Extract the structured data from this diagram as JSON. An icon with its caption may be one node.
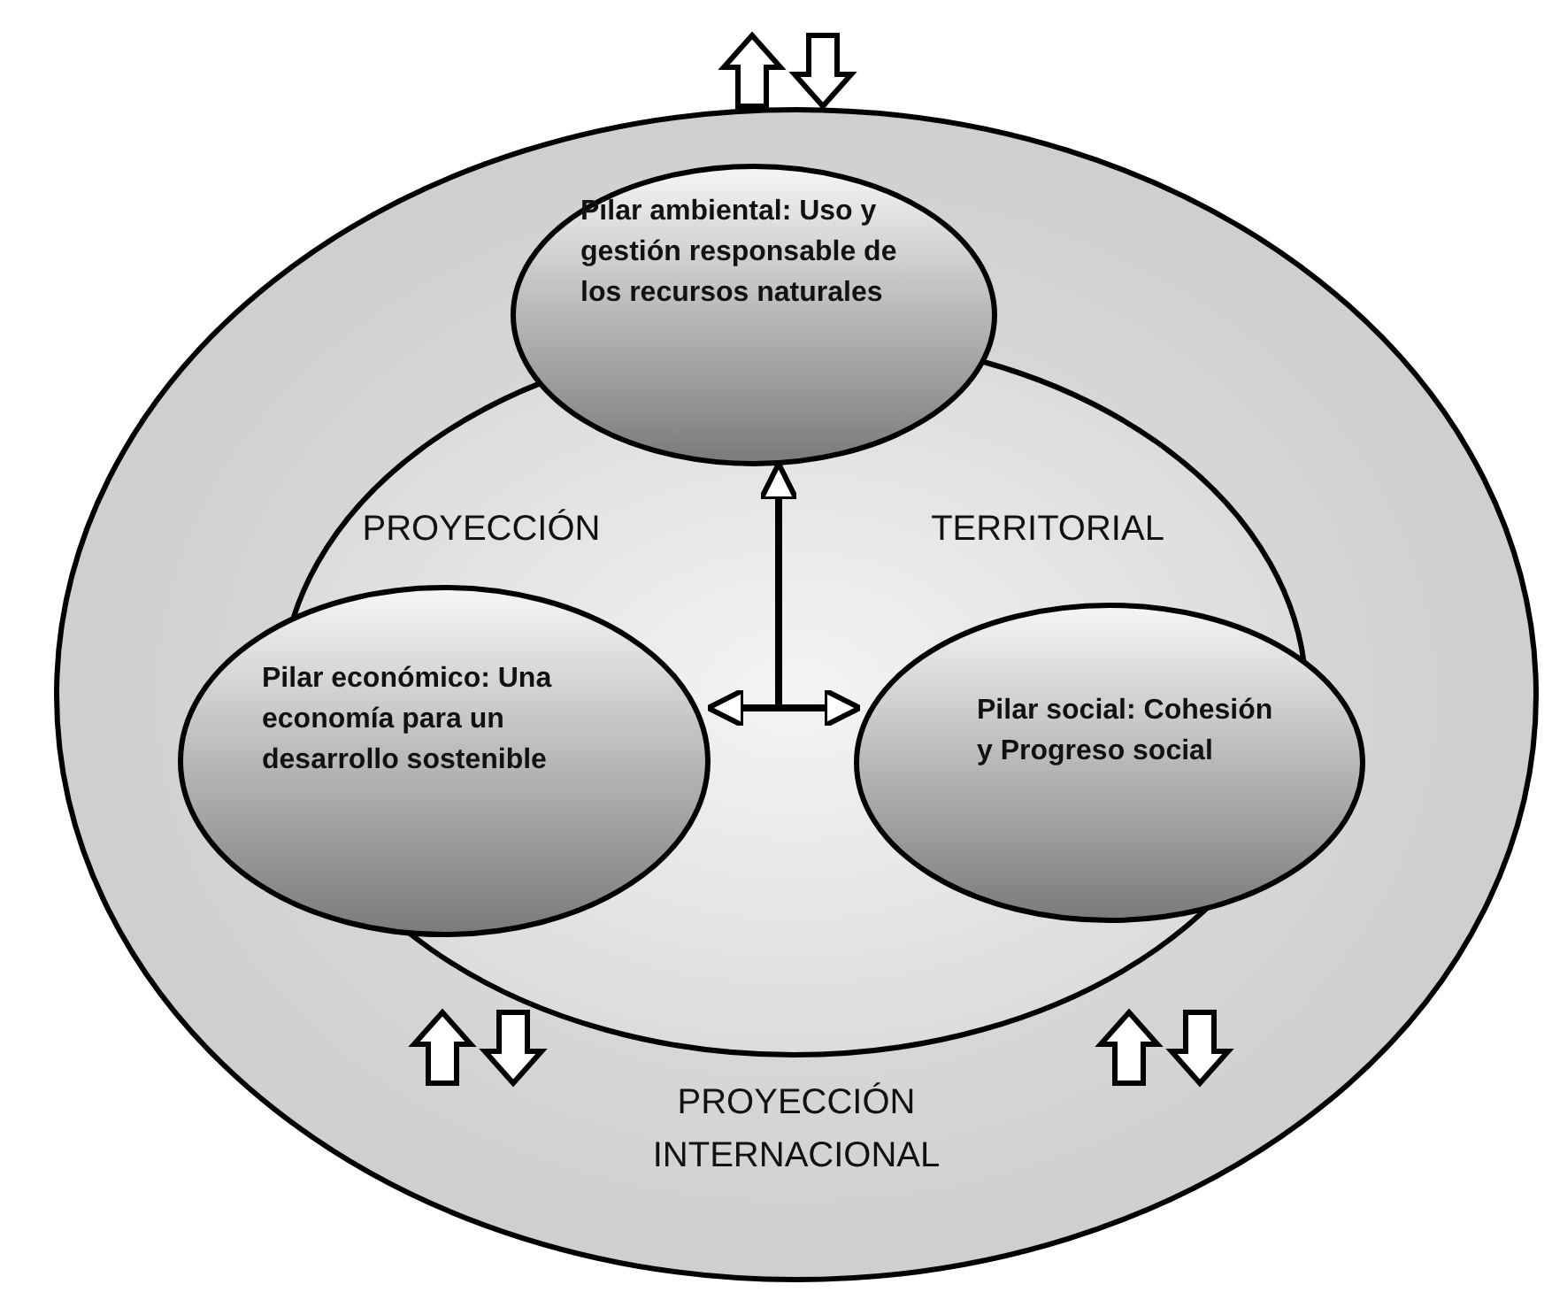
{
  "diagram": {
    "nodes": [
      {
        "text": [
          "PROYECCIÓN INTERNACIONAL"
        ]
      },
      {
        "text": [
          "PROYECCIÓN",
          "TERRITORIAL"
        ],
        "in": 0
      },
      {
        "text": [
          "Pilar ambiental: Uso y gestión responsable de los recursos naturales"
        ],
        "in": 0
      },
      {
        "text": [
          "Pilar económico: Una economía para un desarrollo sostenible"
        ],
        "in": 0
      },
      {
        "text": [
          "Pilar social: Cohesión y Progreso social"
        ],
        "in": 0
      }
    ],
    "edges": [
      {
        "from": 1,
        "to": 2,
        "arrow": "to"
      },
      {
        "from": 1,
        "to": 3,
        "arrow": "to"
      },
      {
        "from": 1,
        "to": 4,
        "arrow": "to"
      }
    ]
  }
}
